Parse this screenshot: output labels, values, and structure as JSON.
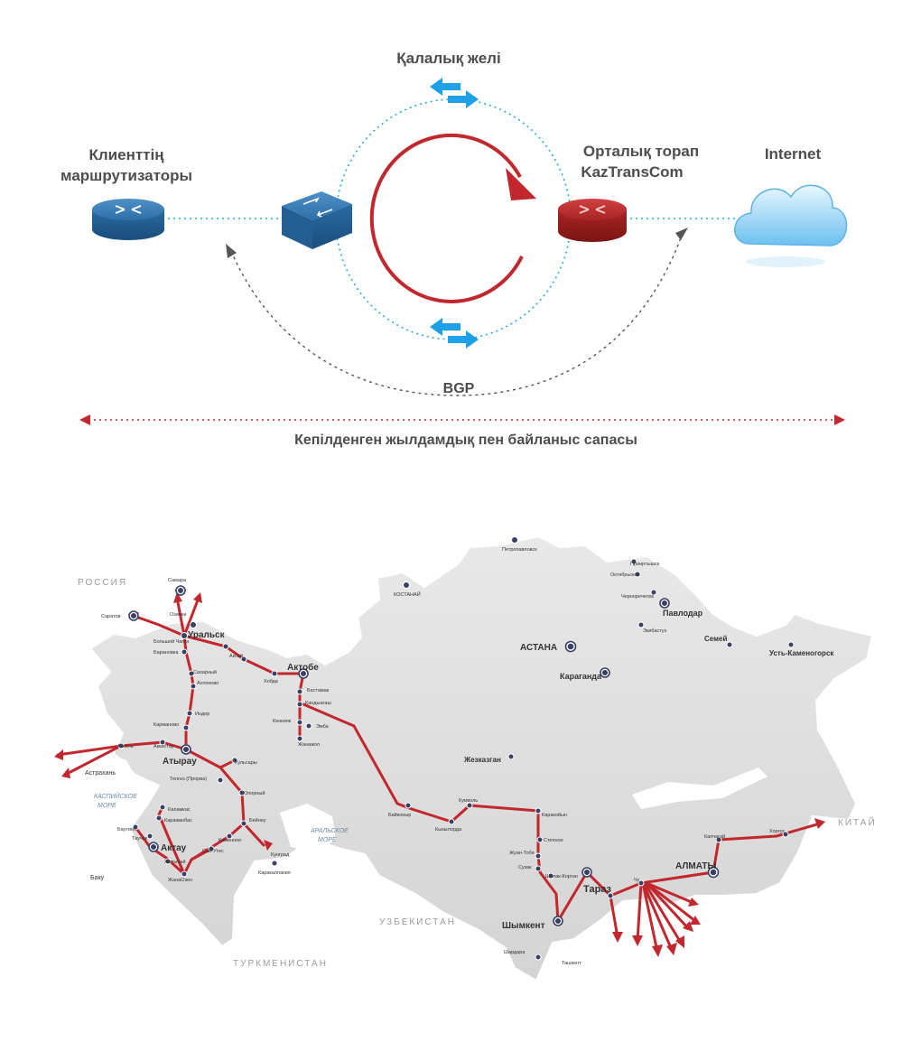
{
  "diagram": {
    "city_network_label": "Қалалық желі",
    "client_router_label_1": "Клиенттің",
    "client_router_label_2": "маршрутизаторы",
    "hub_label_1": "Орталық торап",
    "hub_label_2": "KazTransCom",
    "internet_label": "Internet",
    "bgp_label": "BGP",
    "guarantee_label": "Кепілденген жылдамдық пен байланыс сапасы"
  },
  "map": {
    "countries": {
      "russia": "РОССИЯ",
      "china": "КИТАЙ",
      "uzbekistan": "УЗБЕКИСТАН",
      "turkmenistan": "ТУРКМЕНИСТАН"
    },
    "seas": {
      "caspian_1": "КАСПИЙСКОЕ",
      "caspian_2": "МОРЕ",
      "aral_1": "АРАЛЬСКОЕ",
      "aral_2": "МОРЕ"
    },
    "major_cities": {
      "astana": "АСТАНА",
      "almaty": "АЛМАТЫ",
      "uralsk": "Уральск",
      "aktobe": "Актобе",
      "atyrau": "Атырау",
      "aktau": "Актау",
      "taraz": "Тараз",
      "shymkent": "Шымкент",
      "karaganda": "Караганда",
      "pavlodar": "Павлодар",
      "semey": "Семей",
      "ust_kamenogorsk": "Усть-Каменогорск",
      "zhezkazgan": "Жезказган"
    },
    "minor_cities": {
      "petropavlovsk": "Петропавловск",
      "kostanay": "КОСТАНАЙ",
      "priirtyshsk": "Прииртышск",
      "oktyabrsk": "Октябрьское",
      "chernorechensk": "Черноречеnsk",
      "ekibastuz": "Экибастуз",
      "samara": "Самара",
      "saratov": "Саратов",
      "ozinki": "Озинки",
      "bolshoy_chagan": "Большой Чаган",
      "baranovka": "Барановка",
      "aksai": "Аксай",
      "khobda": "Хобда",
      "sakharny": "Сахарный",
      "antonovo": "Антоново",
      "inder": "Индер",
      "karmanovo": "Карманово",
      "akkol": "Акколь",
      "akkistau": "Аккистау",
      "astrakhan": "Астрахань",
      "kulsary": "Кульсары",
      "tengiz": "Тенгиз (Прорва)",
      "opornyi": "Опорный",
      "beyneu": "Бейнеу",
      "kungrad": "Кунград",
      "karakalpak": "Каракалпакия",
      "bestamak": "Бестамак",
      "kandyagash": "Кандыагаш",
      "kenkiyak": "Кенкияк",
      "emba": "Эмба",
      "zhanazhol": "Жанажол",
      "kalamkas": "Каламкас",
      "karazhanbas": "Каражанбас",
      "bautino": "Баутино",
      "tauchik": "Таучик",
      "zhetybay": "Жетыбай",
      "zhanaozen": "ЖанаОзен",
      "sai_utes": "Сай-Утес",
      "kamennoe": "Каменное",
      "baikonur": "Байконыр",
      "kyzylorda": "Кызылорда",
      "kumkol": "Кумколь",
      "karakoyn": "Каракойын",
      "stepnoe": "Степное",
      "zhuan_tobe": "Жуан-Тобе",
      "suzak": "Сузак",
      "sholak_korgan": "Шолак-Корган",
      "shardara": "Шардара",
      "tashkent": "Ташкент",
      "chu": "Чу",
      "kapchagai": "Капчагай",
      "khorgos": "Хоргос",
      "baku": "Баку"
    }
  },
  "colors": {
    "route_red": "#c1272d",
    "dot_blue": "#29a8e0",
    "arrow_blue": "#1ea0e6",
    "dot_gray": "#555555",
    "map_gray": "#dcdcdc"
  }
}
